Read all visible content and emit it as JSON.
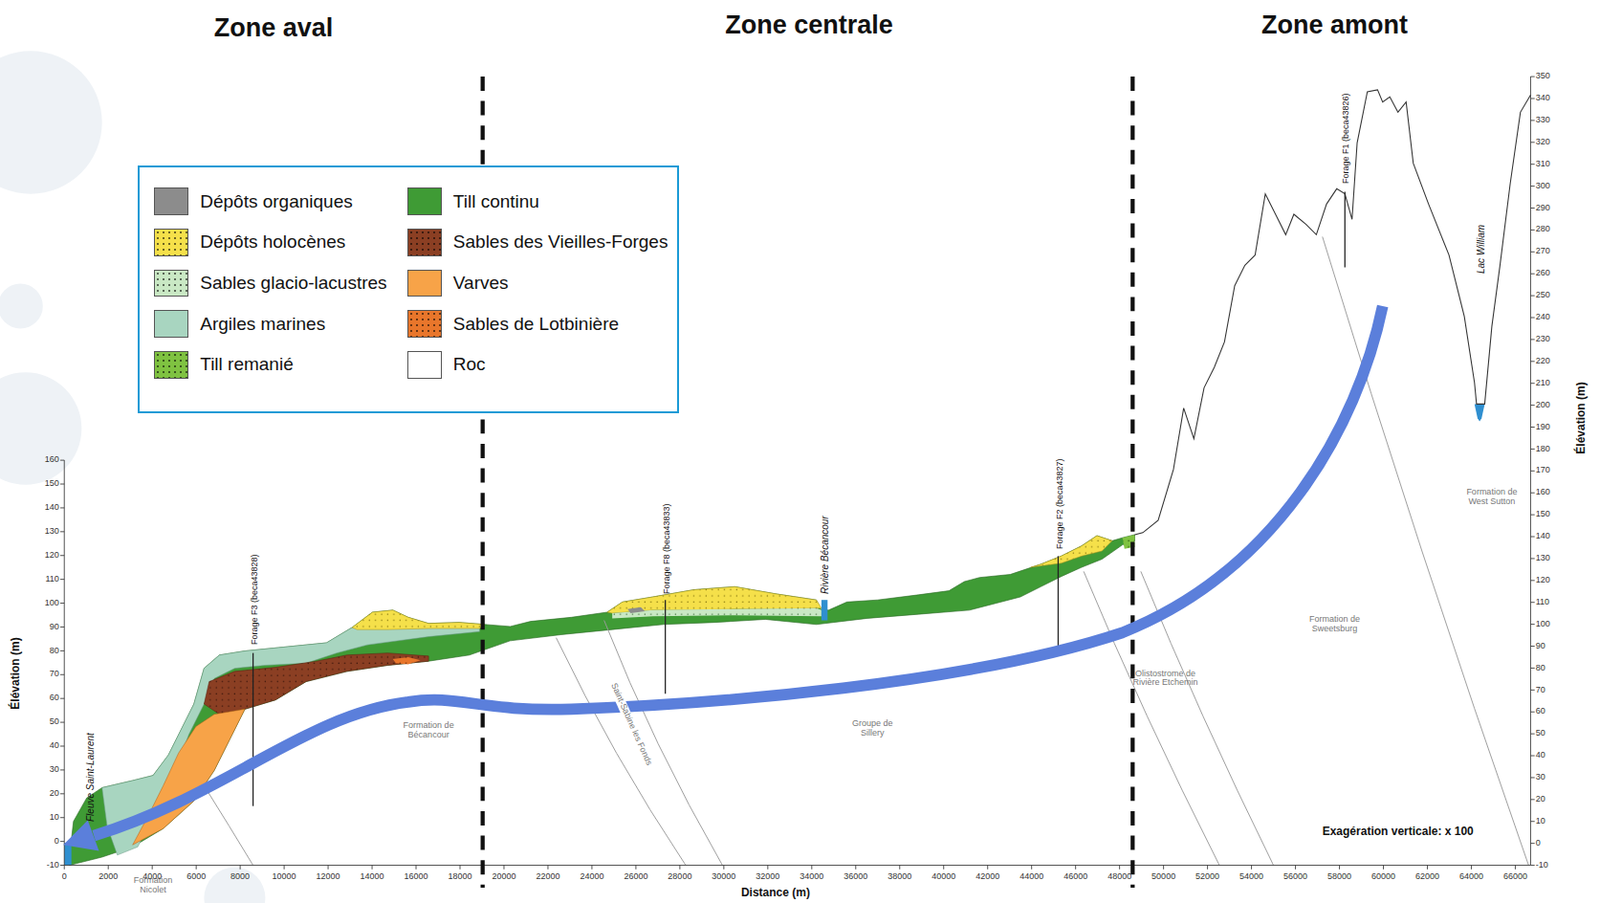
{
  "diagram": {
    "labels": [
      "Zone aval",
      "Zone centrale",
      "Zone amont",
      "Fleuve Saint-Laurent",
      "Forage F3 (beca43828)",
      "Forage F8 (beca43833)",
      "Rivière Bécancour",
      "Forage F2 (beca43827)",
      "Forage F1 (beca43826)",
      "Lac William",
      "Formation Nicolet",
      "Formation de Bécancour",
      "Saint-Sabine les Fonds",
      "Groupe de Sillery",
      "Olistostrome de Rivière Etchemin",
      "Formation de Sweetsburg",
      "Formation de West Sutton",
      "Exagération verticale: x 100",
      "Élévation (m)",
      "Élévation (m)",
      "Distance (m)",
      "160",
      "150",
      "140",
      "130",
      "120",
      "110",
      "100",
      "90",
      "80",
      "70",
      "60",
      "50",
      "40",
      "30",
      "20",
      "10",
      "0",
      "-10",
      "350",
      "340",
      "330",
      "320",
      "310",
      "300",
      "290",
      "280",
      "270",
      "260",
      "250",
      "240",
      "230",
      "220",
      "210",
      "200",
      "190",
      "180",
      "170",
      "160",
      "150",
      "140",
      "130",
      "120",
      "110",
      "100",
      "90",
      "80",
      "70",
      "60",
      "50",
      "40",
      "30",
      "20",
      "10",
      "0",
      "-10",
      "0",
      "2000",
      "4000",
      "6000",
      "8000",
      "10000",
      "12000",
      "14000",
      "16000",
      "18000",
      "20000",
      "22000",
      "24000",
      "26000",
      "28000",
      "30000",
      "32000",
      "34000",
      "36000",
      "38000",
      "40000",
      "42000",
      "44000",
      "46000",
      "48000",
      "50000",
      "52000",
      "54000",
      "56000",
      "58000",
      "60000",
      "62000",
      "64000",
      "66000"
    ],
    "legend": [
      {
        "text": "Dépôts organiques",
        "color": "#8c8c8c"
      },
      {
        "text": "Dépôts holocènes",
        "color": "#f5e04a"
      },
      {
        "text": "Sables glacio-lacustres",
        "color": "#c9e8c4"
      },
      {
        "text": "Argiles marines",
        "color": "#a8d5c0"
      },
      {
        "text": "Till remanié",
        "color": "#7fc241"
      },
      {
        "text": "Till continu",
        "color": "#3f9b35"
      },
      {
        "text": "Sables des Vieilles-Forges",
        "color": "#8b3f23"
      },
      {
        "text": "Varves",
        "color": "#f7a348"
      },
      {
        "text": "Sables de Lotbinière",
        "color": "#e8762b"
      },
      {
        "text": "Roc",
        "color": "#ffffff"
      }
    ]
  }
}
